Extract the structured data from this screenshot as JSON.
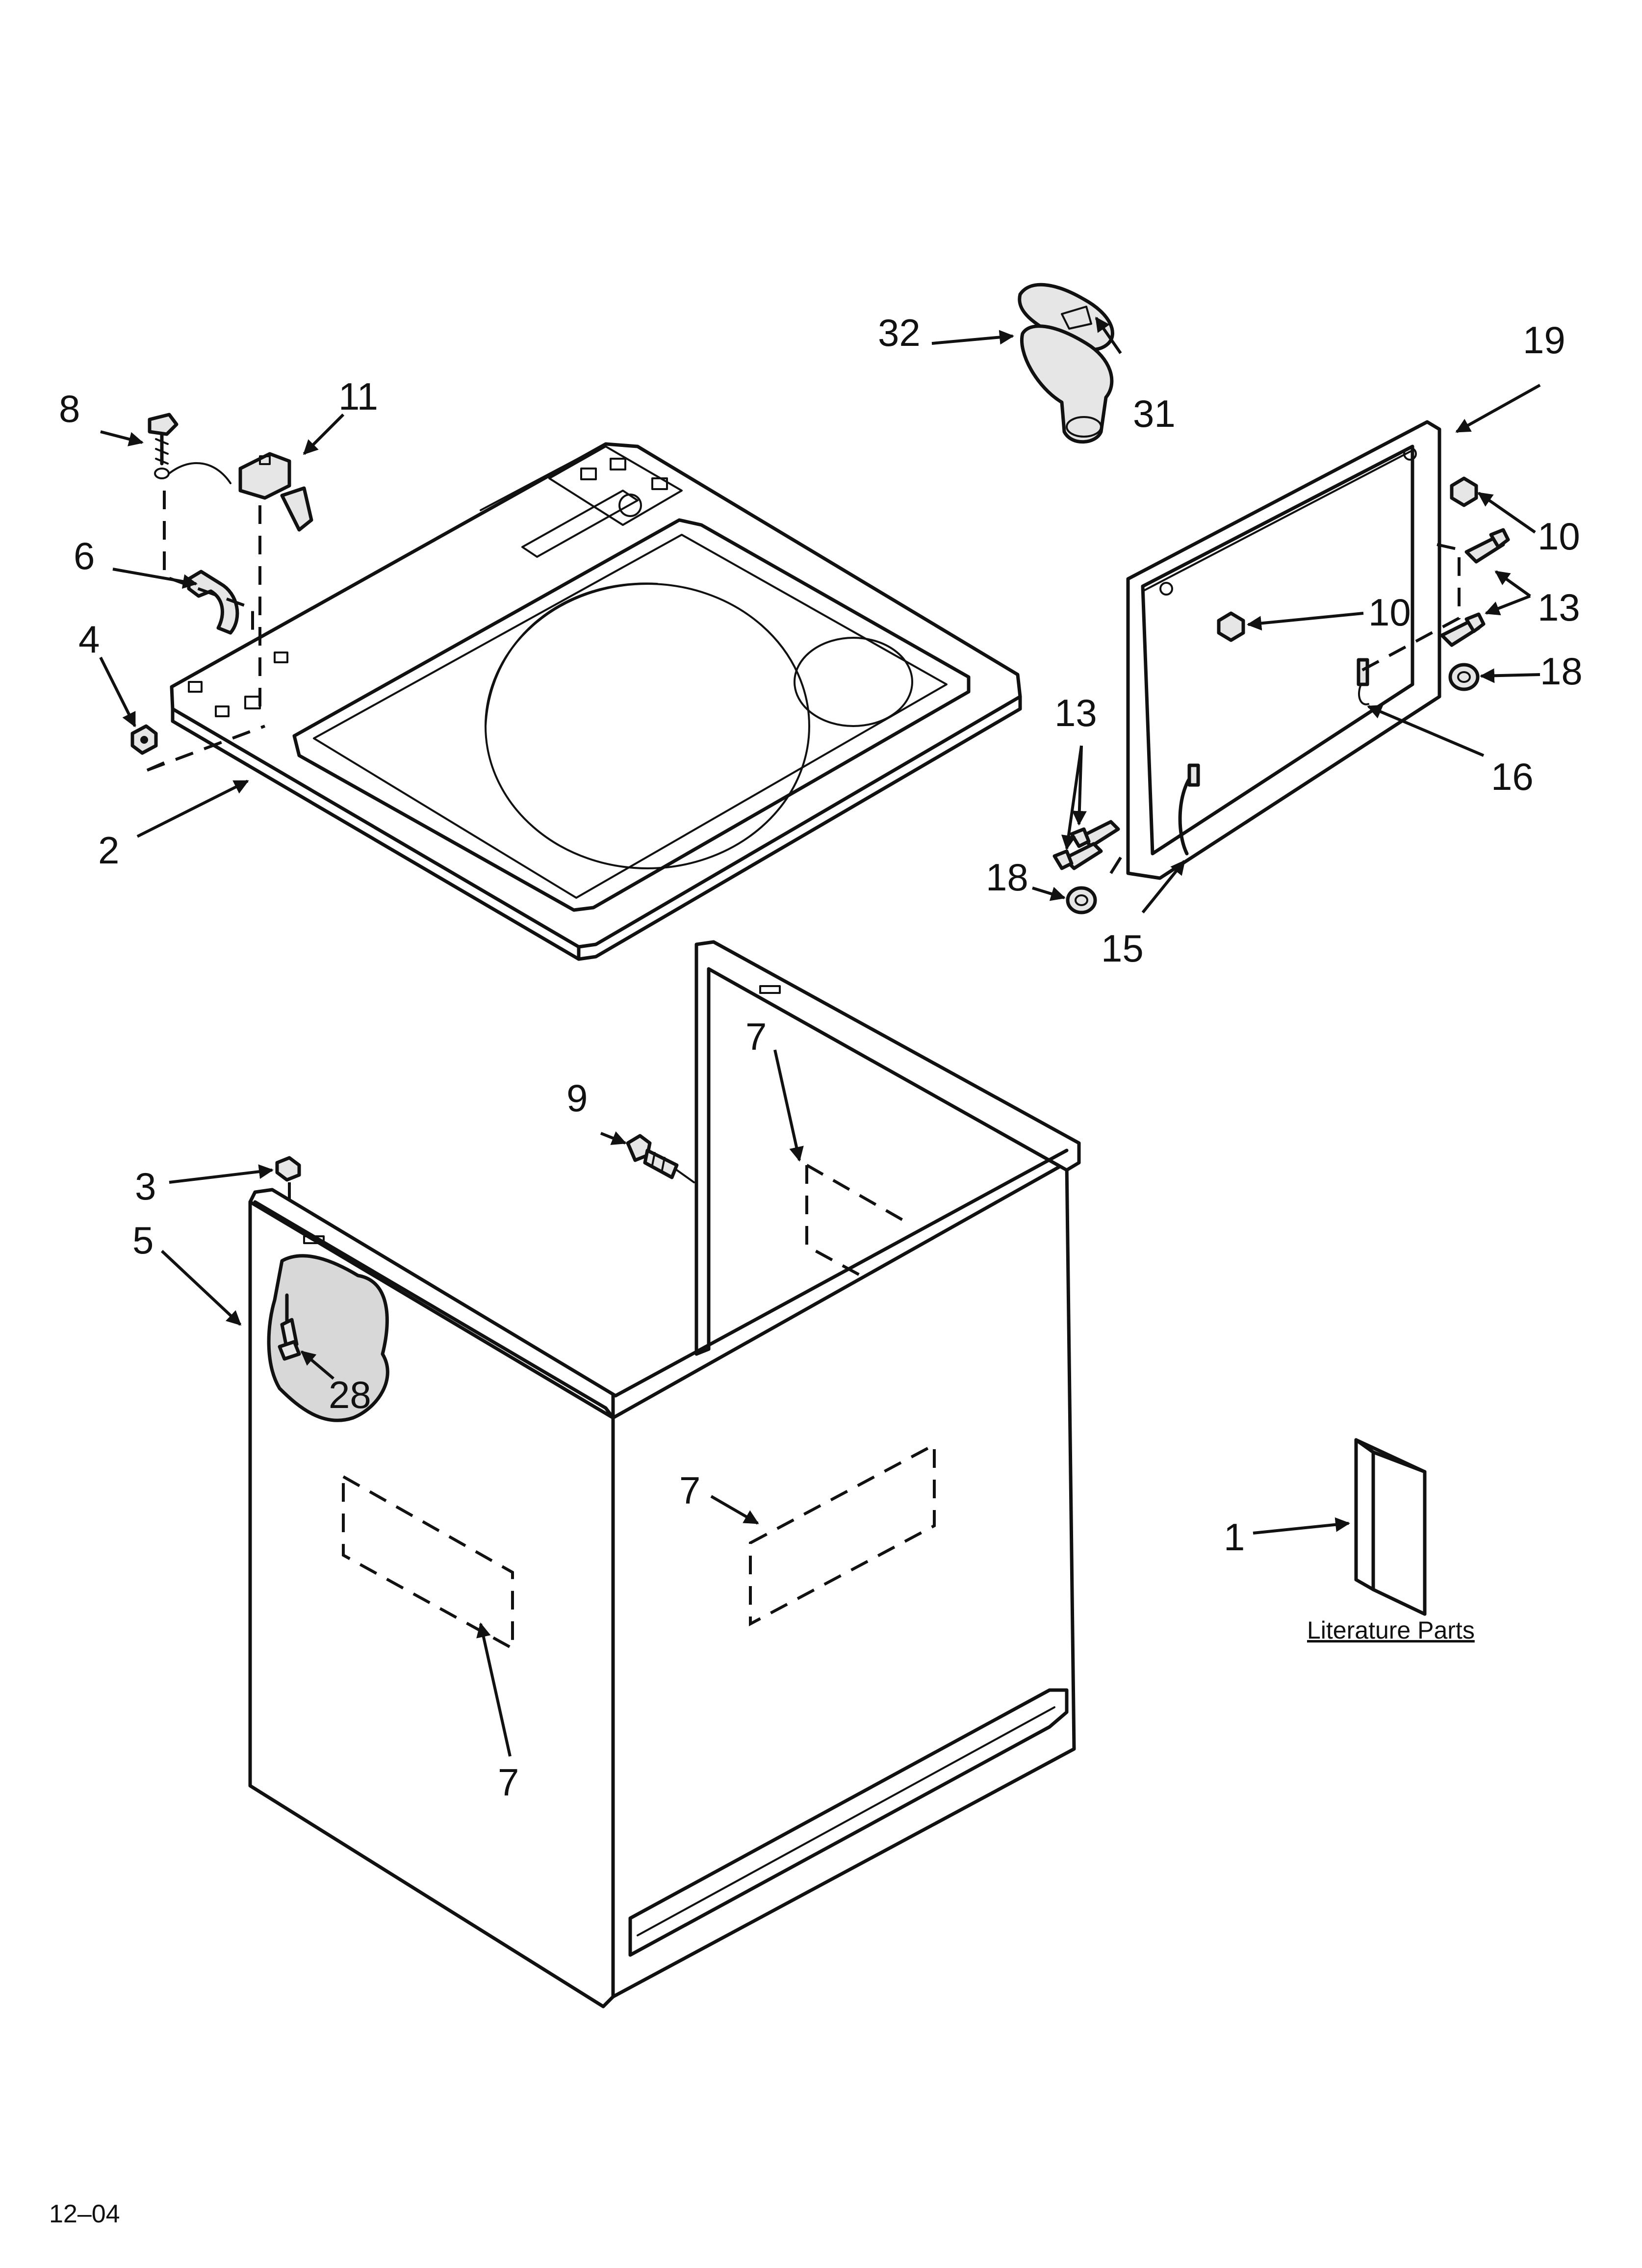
{
  "callouts": {
    "c1": "1",
    "c2": "2",
    "c3": "3",
    "c4": "4",
    "c5": "5",
    "c6": "6",
    "c7a": "7",
    "c7b": "7",
    "c7c": "7",
    "c8": "8",
    "c9": "9",
    "c10a": "10",
    "c10b": "10",
    "c11": "11",
    "c13a": "13",
    "c13b": "13",
    "c15": "15",
    "c16": "16",
    "c18a": "18",
    "c18b": "18",
    "c19": "19",
    "c28": "28",
    "c31": "31",
    "c32": "32"
  },
  "literature_label": "Literature Parts",
  "page_code": "12–04"
}
